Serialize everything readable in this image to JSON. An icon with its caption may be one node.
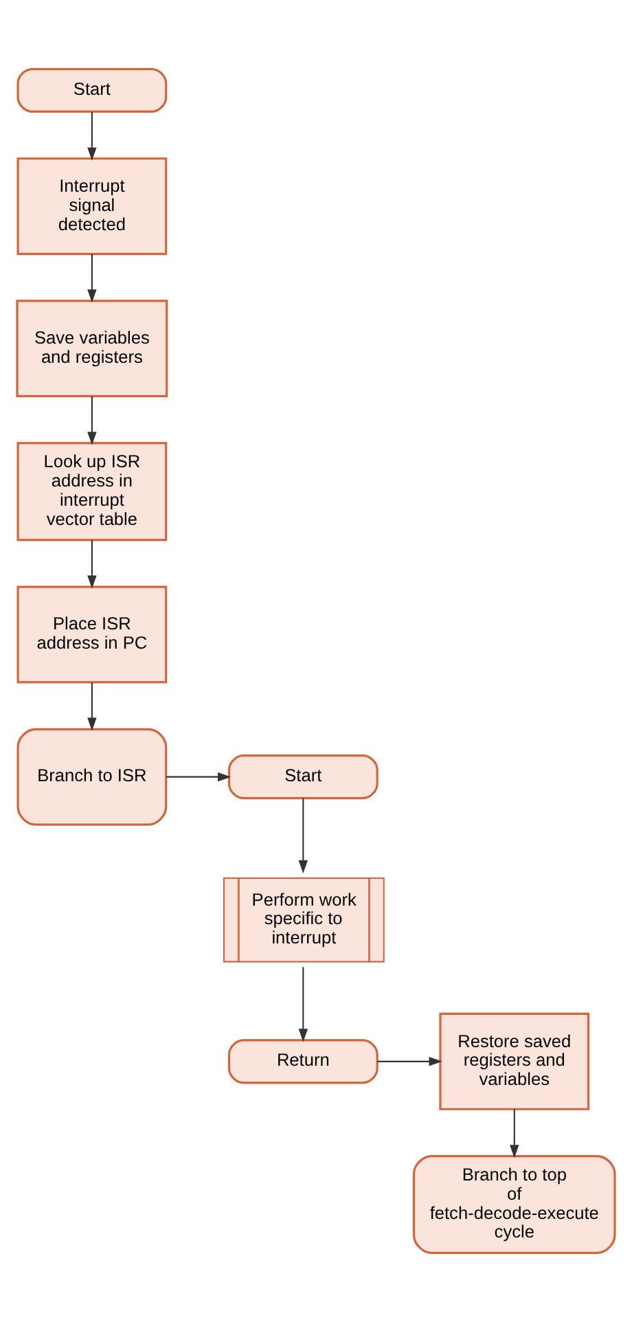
{
  "diagram": {
    "nodes": [
      {
        "text": [
          "Start"
        ]
      },
      {
        "text": [
          "Interrupt signal detected"
        ]
      },
      {
        "text": [
          "Save variables and registers"
        ]
      },
      {
        "text": [
          "Look up ISR address in interrupt vector table"
        ]
      },
      {
        "text": [
          "Place ISR address in PC"
        ]
      },
      {
        "text": [
          "Branch to ISR"
        ]
      },
      {
        "text": [
          "Start"
        ]
      },
      {
        "text": [
          "Perform work specific to interrupt"
        ]
      },
      {
        "text": [
          "Return"
        ]
      },
      {
        "text": [
          "Restore saved registers and variables"
        ]
      },
      {
        "text": [
          "Branch to top of fetch-decode-execute cycle"
        ]
      }
    ],
    "edges": [
      {
        "from": 0,
        "to": 1,
        "arrow": "to"
      },
      {
        "from": 1,
        "to": 2,
        "arrow": "to"
      },
      {
        "from": 2,
        "to": 3,
        "arrow": "to"
      },
      {
        "from": 3,
        "to": 4,
        "arrow": "to"
      },
      {
        "from": 4,
        "to": 5,
        "arrow": "to"
      },
      {
        "from": 5,
        "to": 6,
        "arrow": "to"
      },
      {
        "from": 6,
        "to": 7,
        "arrow": "to"
      },
      {
        "from": 7,
        "to": 8,
        "arrow": "to"
      },
      {
        "from": 8,
        "to": 9,
        "arrow": "to"
      },
      {
        "from": 9,
        "to": 10,
        "arrow": "to"
      }
    ]
  }
}
